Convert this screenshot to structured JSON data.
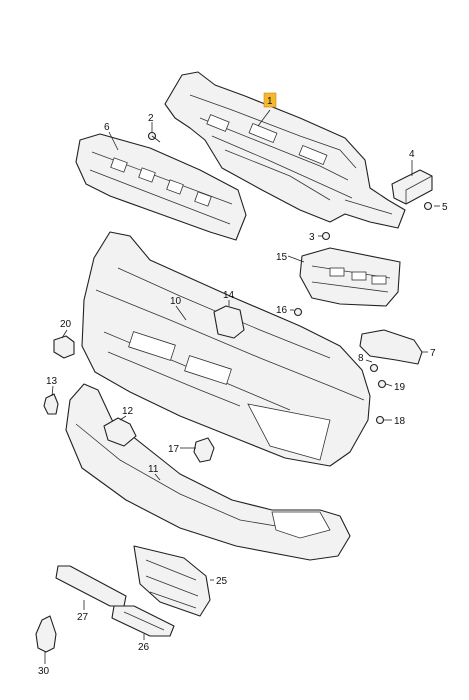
{
  "callouts": {
    "c1": "1",
    "c2": "2",
    "c3": "3",
    "c4": "4",
    "c5": "5",
    "c6": "6",
    "c7": "7",
    "c8": "8",
    "c10": "10",
    "c11": "11",
    "c12": "12",
    "c13": "13",
    "c14": "14",
    "c15": "15",
    "c16": "16",
    "c17": "17",
    "c18": "18",
    "c19": "19",
    "c20": "20",
    "c25": "25",
    "c26": "26",
    "c27": "27",
    "c30": "30"
  },
  "highlight_color": "#f5b82e"
}
